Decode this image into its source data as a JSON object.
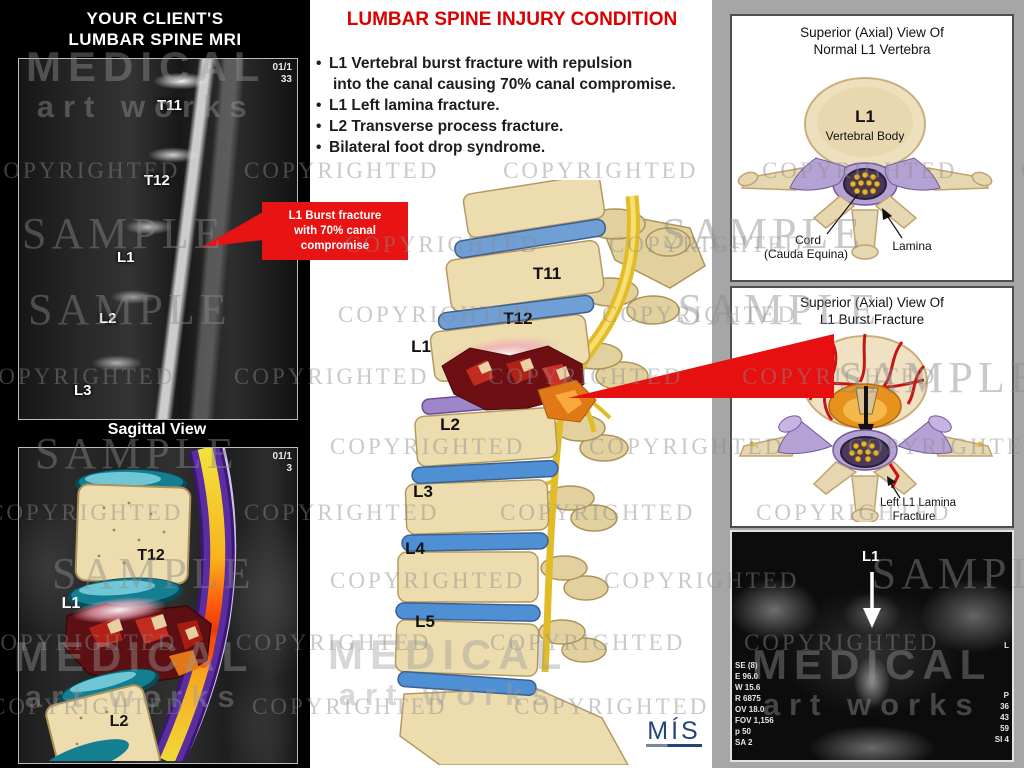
{
  "left_column": {
    "title_line1": "YOUR CLIENT'S",
    "title_line2": "LUMBAR SPINE  MRI",
    "mri_sagittal": {
      "corner_line1": "01/1",
      "corner_line2": "33",
      "labels": [
        "T11",
        "T12",
        "L1",
        "L2",
        "L3"
      ],
      "caption": "Sagittal View"
    },
    "illustration_panel": {
      "corner_line1": "01/1",
      "corner_line2": "3",
      "labels": [
        "T12",
        "L1",
        "L2"
      ]
    }
  },
  "callout": {
    "line1": "L1 Burst fracture",
    "line2": "with 70% canal",
    "line3": "compromise",
    "bg_color": "#e81414",
    "text_color": "#ffffff"
  },
  "main": {
    "title": "LUMBAR SPINE INJURY CONDITION",
    "title_color": "#dd0000",
    "bullet_char": "•",
    "bullets": [
      {
        "line1": "L1 Vertebral burst fracture with repulsion",
        "line2": "into the canal causing 70% canal compromise."
      },
      {
        "line1": "L1 Left lamina fracture.",
        "line2": ""
      },
      {
        "line1": "L2 Transverse process fracture.",
        "line2": ""
      },
      {
        "line1": "Bilateral foot drop syndrome.",
        "line2": ""
      }
    ],
    "spine_labels": [
      "T11",
      "T12",
      "L1",
      "L2",
      "L3",
      "L4",
      "L5"
    ],
    "logo_text": "MÍS"
  },
  "right_column": {
    "panel_normal": {
      "title_line1": "Superior (Axial) View Of",
      "title_line2": "Normal L1 Vertebra",
      "body_line1": "L1",
      "body_line2": "Vertebral Body",
      "cord_line1": "Cord",
      "cord_line2": "(Cauda Equina)",
      "lamina_label": "Lamina"
    },
    "panel_fracture": {
      "title_line1": "Superior (Axial) View Of",
      "title_line2": "L1 Burst Fracture",
      "fracture_line1": "Left L1  Lamina",
      "fracture_line2": "Fracture"
    },
    "panel_mri": {
      "label": "L1",
      "tech_left": [
        "SE (8)",
        "E 96.0",
        "W 15.6",
        "R 6875",
        "OV 18.0",
        "FOV 1,156",
        "p 50",
        "SA  2"
      ],
      "tech_right": [
        "P",
        "36",
        "43",
        "59",
        "SI 4"
      ],
      "side_label": "L"
    }
  },
  "watermarks": {
    "copyrighted": "COPYRIGHTED",
    "sample": "SAMPLE",
    "medical": "MEDICAL",
    "artworks": "art works"
  }
}
